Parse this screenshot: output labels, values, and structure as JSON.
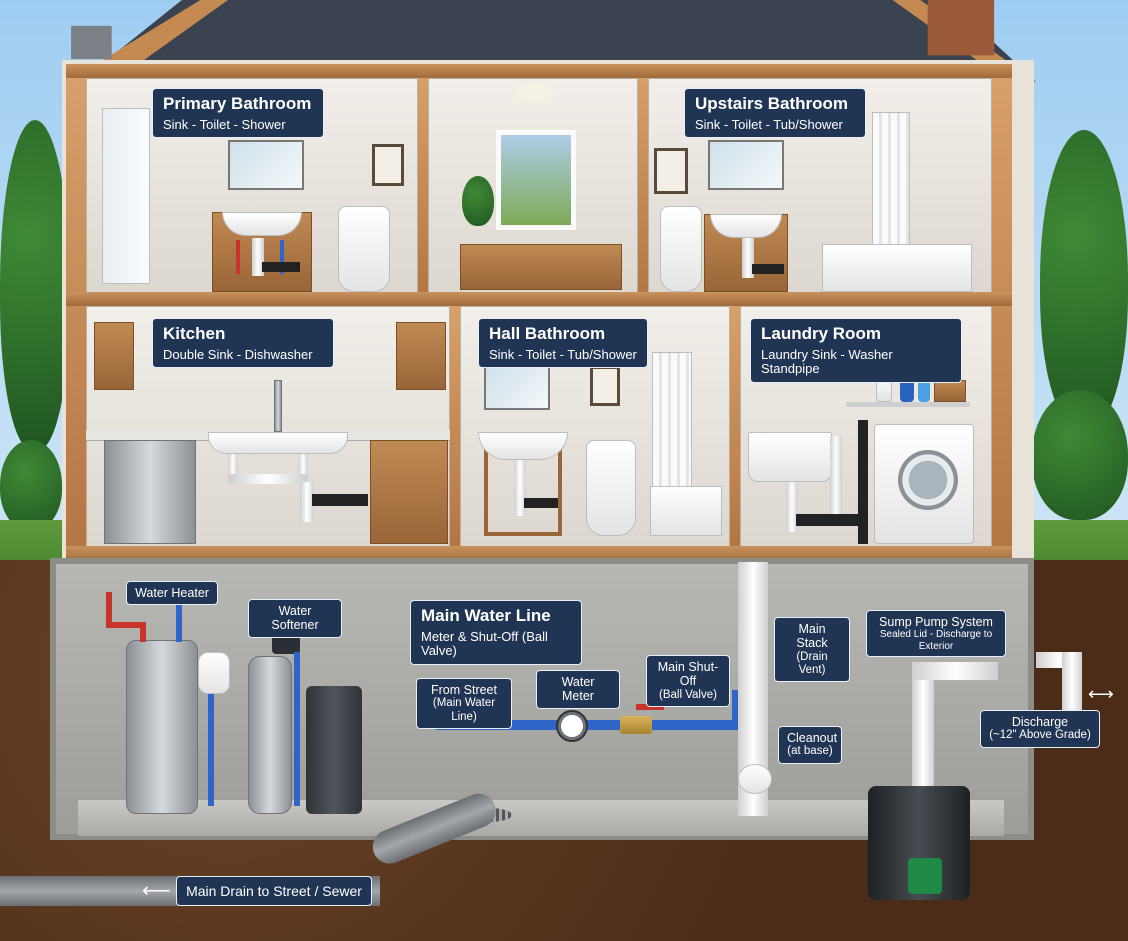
{
  "rooms": {
    "primary_bath": {
      "title": "Primary Bathroom",
      "sub": "Sink - Toilet - Shower"
    },
    "upstairs_bath": {
      "title": "Upstairs Bathroom",
      "sub": "Sink - Toilet - Tub/Shower"
    },
    "kitchen": {
      "title": "Kitchen",
      "sub": "Double Sink - Dishwasher"
    },
    "hall_bath": {
      "title": "Hall Bathroom",
      "sub": "Sink - Toilet - Tub/Shower"
    },
    "laundry": {
      "title": "Laundry Room",
      "sub": "Laundry Sink - Washer Standpipe"
    }
  },
  "basement": {
    "water_heater": "Water Heater",
    "water_softener": "Water Softener",
    "main_line": {
      "title": "Main Water Line",
      "sub": "Meter & Shut-Off (Ball Valve)"
    },
    "from_street": {
      "title": "From Street",
      "sub": "(Main Water Line)"
    },
    "water_meter": "Water Meter",
    "main_shutoff": {
      "title": "Main Shut-Off",
      "sub": "(Ball Valve)"
    },
    "main_stack": {
      "title": "Main Stack",
      "sub": "(Drain Vent)"
    },
    "cleanout": {
      "title": "Cleanout",
      "sub": "(at base)"
    },
    "sump": {
      "title": "Sump Pump System",
      "sub": "Sealed Lid - Discharge to Exterior"
    },
    "discharge": {
      "title": "Discharge",
      "sub": "(~12\" Above Grade)"
    },
    "main_drain": "Main Drain to Street / Sewer"
  },
  "colors": {
    "label_bg": "#1f3553",
    "hot": "#c8342a",
    "cold": "#2f64c8"
  }
}
